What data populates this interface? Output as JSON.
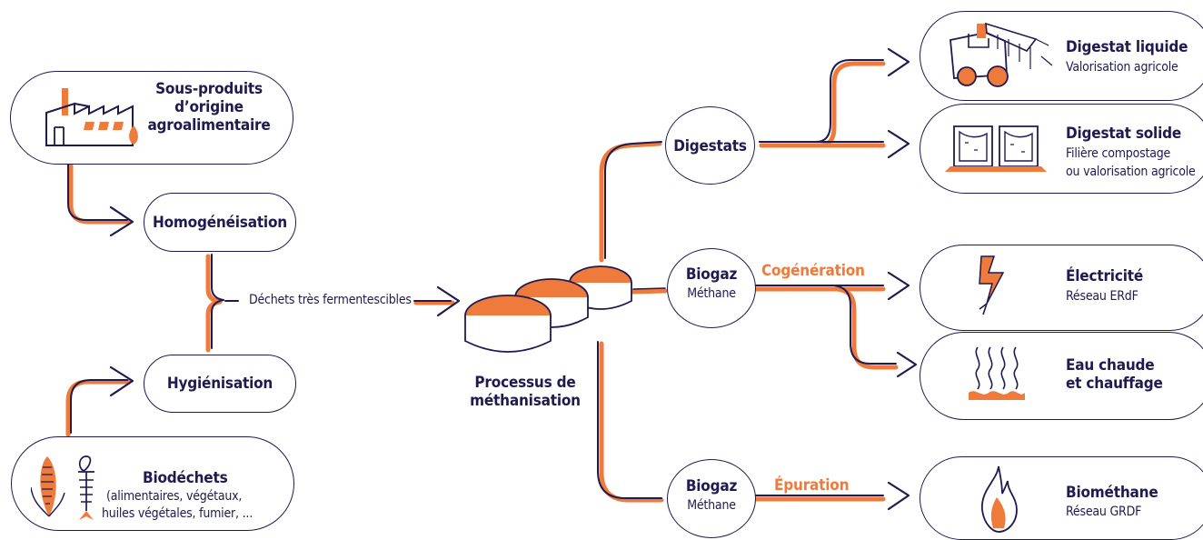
{
  "colors": {
    "navy": "#1f1a4f",
    "orange": "#ee7a3b",
    "background": "#ffffff"
  },
  "inputs": {
    "agro": {
      "label_lines": [
        "Sous-produits",
        "d’origine",
        "agroalimentaire"
      ],
      "icon": "factory-icon"
    },
    "biowaste": {
      "title": "Biodéchets",
      "detail_lines": [
        "(alimentaires, végétaux,",
        "huiles végétales, fumier, ..."
      ],
      "icon": "corn-and-fish-icon"
    }
  },
  "pretreatment": {
    "homogenization": "Homogénéisation",
    "hygienization": "Hygiénisation",
    "merge_label": "Déchets très fermentescibles"
  },
  "process": {
    "label_lines": [
      "Processus de",
      "méthanisation"
    ],
    "icon": "digester-tanks-icon"
  },
  "products": {
    "digestats": "Digestats",
    "biogaz_top": {
      "title": "Biogaz",
      "subtitle": "Méthane"
    },
    "biogaz_bottom": {
      "title": "Biogaz",
      "subtitle": "Méthane"
    }
  },
  "transformations": {
    "cogeneration": "Cogénération",
    "epuration": "Épuration"
  },
  "outputs": {
    "digestat_liquide": {
      "title": "Digestat liquide",
      "detail_lines": [
        "Valorisation agricole"
      ],
      "icon": "spreader-tractor-icon"
    },
    "digestat_solide": {
      "title": "Digestat solide",
      "detail_lines": [
        "Filière compostage",
        "ou valorisation agricole"
      ],
      "icon": "compost-bins-icon"
    },
    "electricite": {
      "title": "Électricité",
      "detail_lines": [
        "Réseau ERdF"
      ],
      "icon": "lightning-icon"
    },
    "eau_chaude": {
      "title_lines": [
        "Eau chaude",
        "et chauffage"
      ],
      "icon": "heat-waves-icon"
    },
    "biomethane": {
      "title": "Biométhane",
      "detail_lines": [
        "Réseau GRDF"
      ],
      "icon": "flame-icon"
    }
  }
}
